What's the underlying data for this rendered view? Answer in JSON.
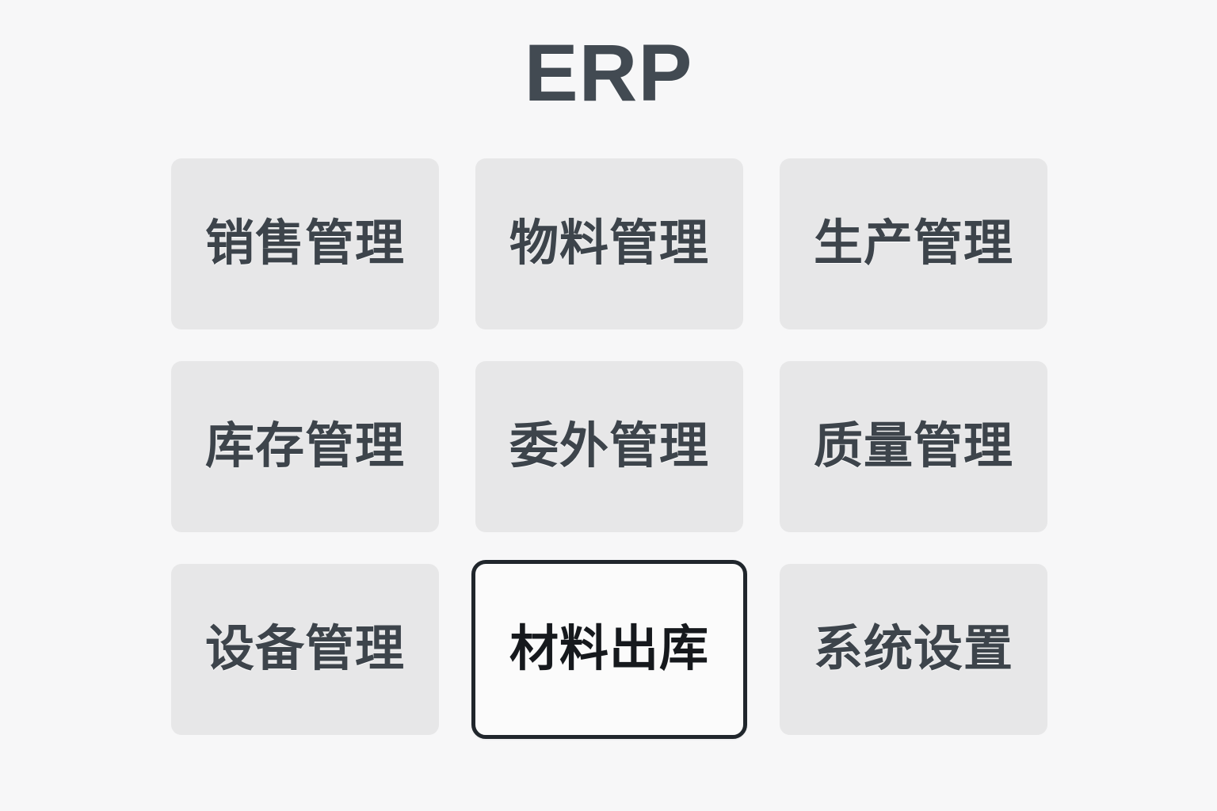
{
  "header": {
    "title": "ERP"
  },
  "grid": {
    "columns": 3,
    "rows": 3,
    "selected_index": 7,
    "tiles": [
      {
        "label": "销售管理",
        "name": "sales-management",
        "selected": false
      },
      {
        "label": "物料管理",
        "name": "material-management",
        "selected": false
      },
      {
        "label": "生产管理",
        "name": "production-management",
        "selected": false
      },
      {
        "label": "库存管理",
        "name": "inventory-management",
        "selected": false
      },
      {
        "label": "委外管理",
        "name": "outsourcing-management",
        "selected": false
      },
      {
        "label": "质量管理",
        "name": "quality-management",
        "selected": false
      },
      {
        "label": "设备管理",
        "name": "equipment-management",
        "selected": false
      },
      {
        "label": "材料出库",
        "name": "material-outbound",
        "selected": true
      },
      {
        "label": "系统设置",
        "name": "system-settings",
        "selected": false
      }
    ]
  },
  "colors": {
    "page_background": "#f7f7f8",
    "tile_background": "#e7e7e8",
    "tile_text": "#3d444b",
    "title_text": "#424a52",
    "selected_border": "#20262c",
    "selected_background": "#fbfbfb",
    "selected_text": "#16191d"
  }
}
